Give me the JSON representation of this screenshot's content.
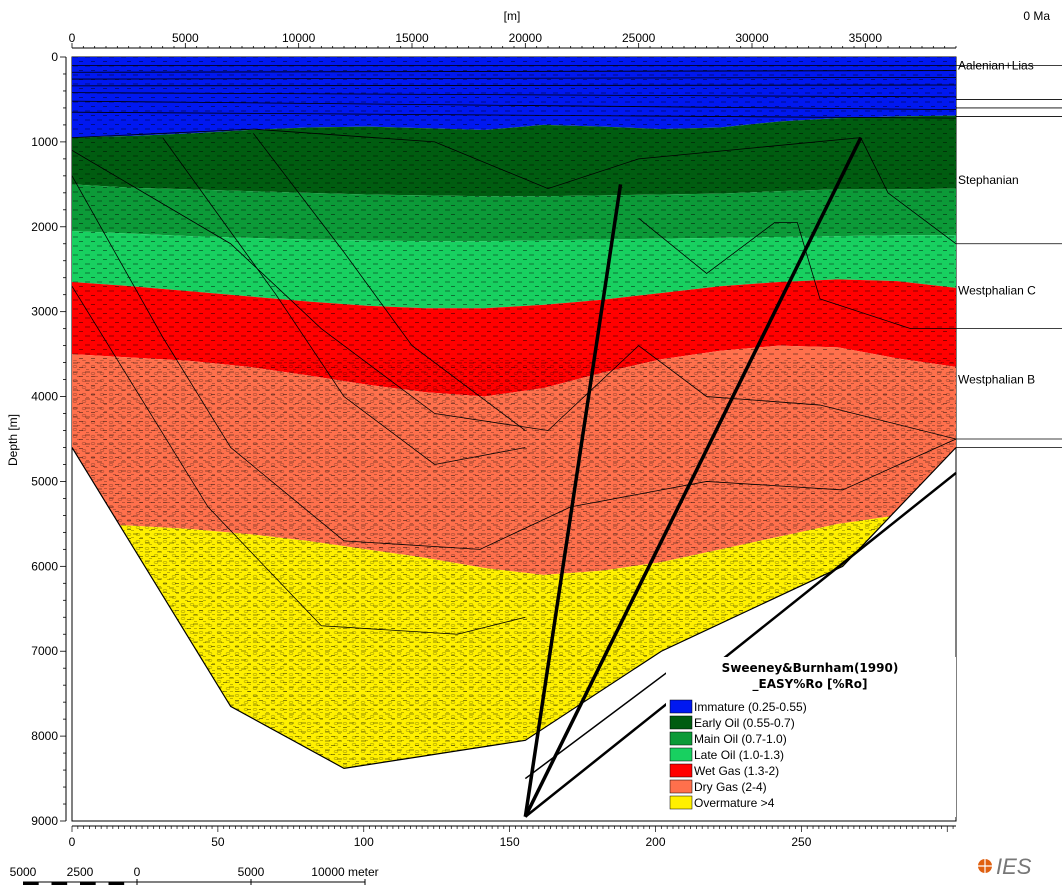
{
  "chart_data": {
    "type": "cross-section",
    "x_unit_label": "[m]",
    "time_label": "0 Ma",
    "ylabel": "Depth [m]",
    "x_range_m": [
      0,
      39000
    ],
    "y_range_m": [
      0,
      9000
    ],
    "top_ticks": [
      "0",
      "5000",
      "10000",
      "15000",
      "20000",
      "25000",
      "30000",
      "35000"
    ],
    "top_tick_values": [
      0,
      5000,
      10000,
      15000,
      20000,
      25000,
      30000,
      35000
    ],
    "left_ticks": [
      "0",
      "1000",
      "2000",
      "3000",
      "4000",
      "5000",
      "6000",
      "7000",
      "8000",
      "9000"
    ],
    "left_tick_values": [
      0,
      1000,
      2000,
      3000,
      4000,
      5000,
      6000,
      7000,
      8000,
      9000
    ],
    "bottom_ticks": [
      "0",
      "50",
      "100",
      "150",
      "200",
      "250"
    ],
    "bottom_tick_values": [
      0,
      50,
      100,
      150,
      200,
      250
    ],
    "bottom_max": 303,
    "layer_labels": [
      {
        "label": "Aalenian+Lias",
        "depth": 100
      },
      {
        "label": "Stephanian",
        "depth": 1450
      },
      {
        "label": "Westphalian C",
        "depth": 2750
      },
      {
        "label": "Westphalian B",
        "depth": 3800
      }
    ],
    "maturity_zones": [
      {
        "name": "Immature (0.25-0.55)",
        "color": "#0018f0",
        "bottom_depths_m": [
          950,
          930,
          900,
          860,
          830,
          820,
          840,
          860,
          800,
          820,
          850,
          830,
          760,
          720,
          700,
          690
        ]
      },
      {
        "name": "Early Oil (0.55-0.7)",
        "color": "#005c10",
        "bottom_depths_m": [
          1500,
          1540,
          1560,
          1580,
          1600,
          1620,
          1630,
          1640,
          1640,
          1630,
          1620,
          1610,
          1580,
          1560,
          1560,
          1550
        ]
      },
      {
        "name": "Main Oil (0.7-1.0)",
        "color": "#0c9a38",
        "bottom_depths_m": [
          2050,
          2080,
          2110,
          2130,
          2150,
          2160,
          2170,
          2170,
          2160,
          2150,
          2140,
          2130,
          2120,
          2110,
          2100,
          2100
        ]
      },
      {
        "name": "Late Oil (1.0-1.3)",
        "color": "#18d060",
        "bottom_depths_m": [
          2650,
          2700,
          2760,
          2820,
          2880,
          2930,
          2960,
          2960,
          2920,
          2860,
          2780,
          2700,
          2650,
          2620,
          2640,
          2720
        ]
      },
      {
        "name": "Wet Gas (1.3-2)",
        "color": "#ff0000",
        "bottom_depths_m": [
          3500,
          3540,
          3580,
          3650,
          3750,
          3860,
          3950,
          4000,
          3900,
          3720,
          3560,
          3460,
          3400,
          3420,
          3550,
          3650
        ]
      },
      {
        "name": "Dry Gas (2-4)",
        "color": "#ff704c",
        "bottom_depths_m": [
          5500,
          5520,
          5560,
          5620,
          5700,
          5800,
          5900,
          6020,
          6100,
          6050,
          5950,
          5800,
          5650,
          5500,
          5400,
          5300
        ]
      },
      {
        "name": "Overmature >4",
        "color": "#fff000",
        "bottom_depths_m": null
      }
    ],
    "x_stations_m": [
      0,
      2600,
      5200,
      7800,
      10400,
      13000,
      15600,
      18200,
      20800,
      23400,
      26000,
      28600,
      31200,
      33800,
      36400,
      39000
    ],
    "basin_outline_m": [
      [
        0,
        4600
      ],
      [
        7000,
        7650
      ],
      [
        12000,
        8380
      ],
      [
        20000,
        8050
      ],
      [
        26000,
        7000
      ],
      [
        34000,
        6000
      ],
      [
        39000,
        4600
      ]
    ],
    "faults_m": [
      {
        "from": [
          20000,
          8950
        ],
        "to": [
          24200,
          1500
        ]
      },
      {
        "from": [
          20000,
          8950
        ],
        "to": [
          34800,
          950
        ]
      }
    ],
    "legend": {
      "title_line1": "Sweeney&Burnham(1990)",
      "title_line2": "_EASY%Ro [%Ro]",
      "placement": "bottom-right"
    },
    "scale_bar": {
      "labels": [
        "5000",
        "2500",
        "0",
        "5000",
        "10000 meter"
      ],
      "values": [
        -5000,
        -2500,
        0,
        5000,
        10000
      ]
    },
    "logo_text": "IES"
  }
}
